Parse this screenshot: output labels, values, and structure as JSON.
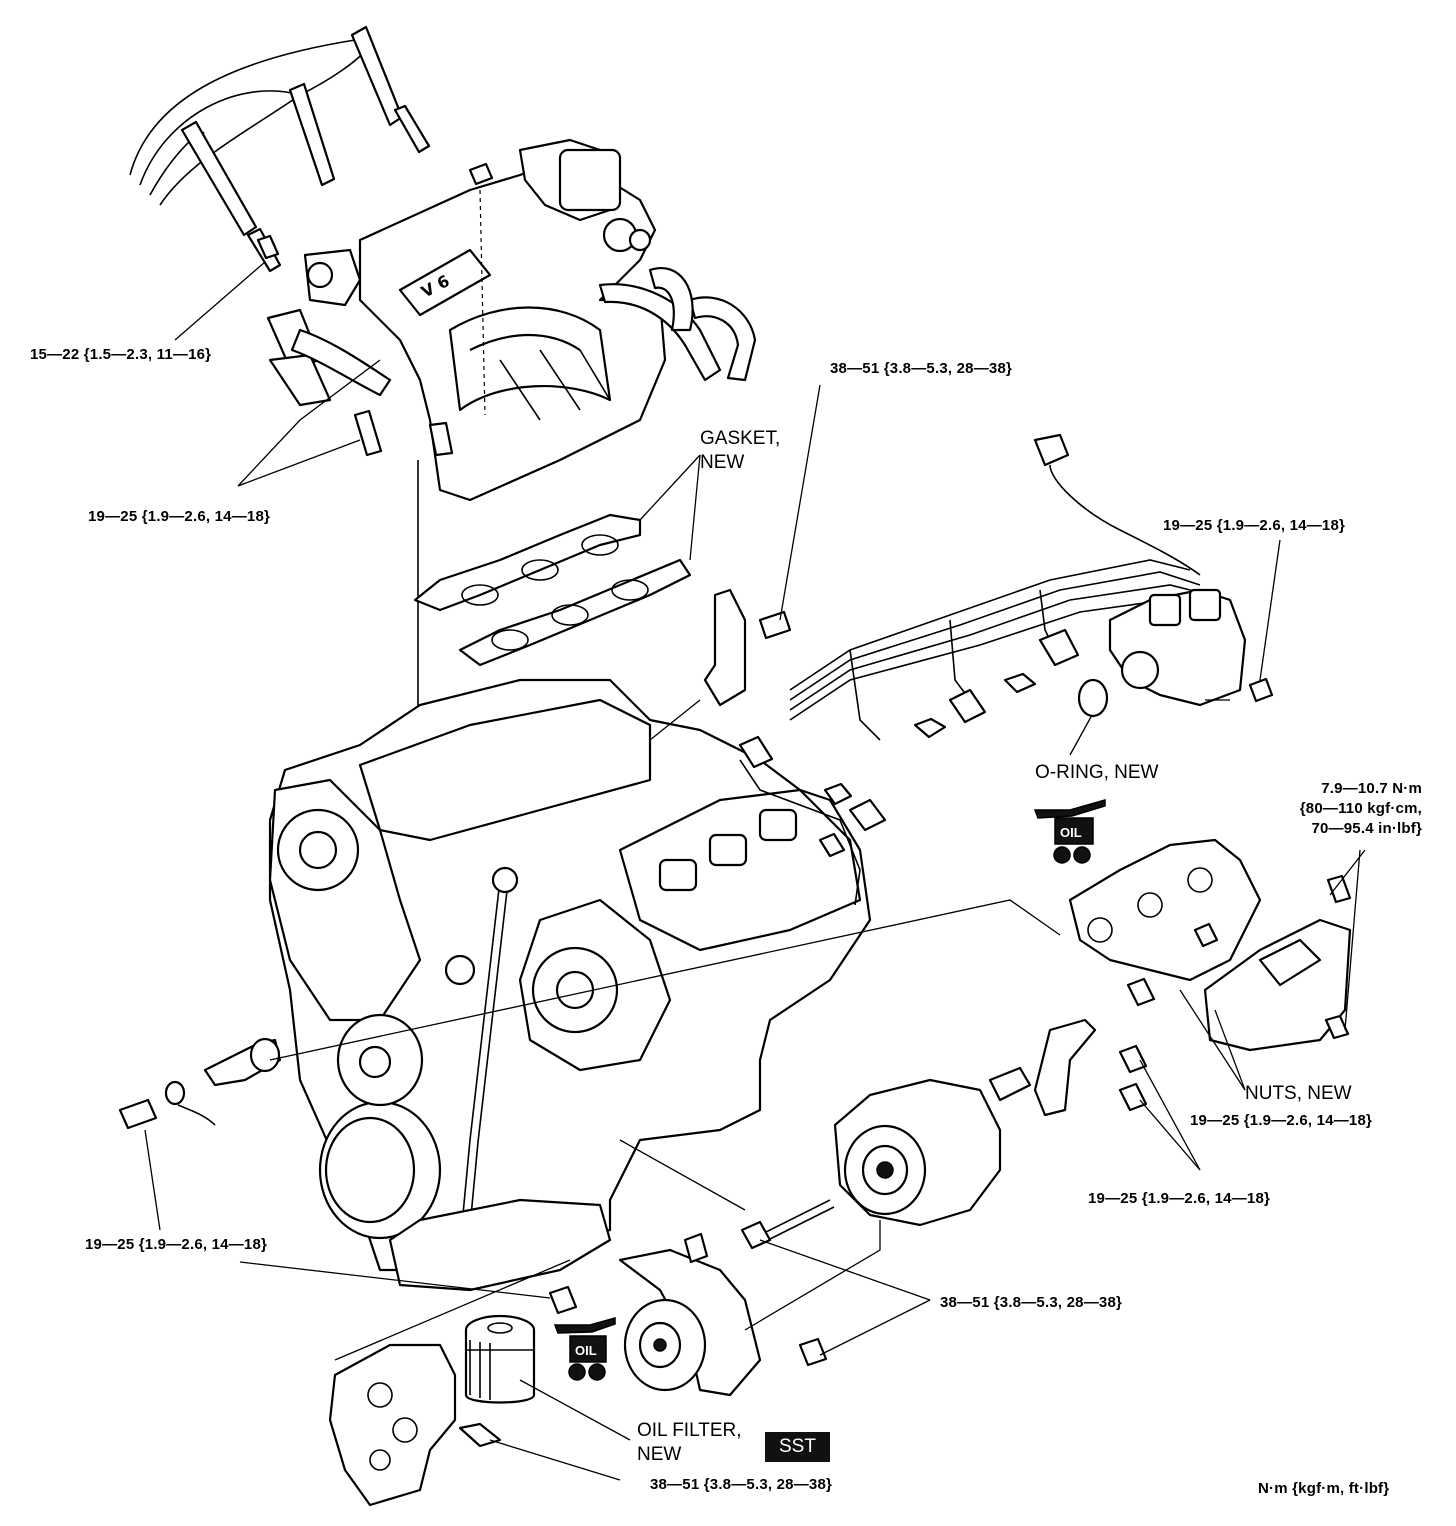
{
  "labels": {
    "torque_intake_left": "15—22 {1.5—2.3, 11—16}",
    "torque_intake_lower": "19—25 {1.9—2.6, 14—18}",
    "torque_bracket_top": "38—51 {3.8—5.3, 28—38}",
    "torque_distributor": "19—25 {1.9—2.6, 14—18}",
    "torque_front_cover_left": "19—25 {1.9—2.6, 14—18}",
    "torque_exhaust_nuts": "19—25 {1.9—2.6, 14—18}",
    "torque_alternator_bracket": "19—25 {1.9—2.6, 14—18}",
    "torque_alternator_bolt": "38—51 {3.8—5.3, 28—38}",
    "torque_oil_cooler": "38—51 {3.8—5.3, 28—38}",
    "torque_heat_shield_line1": "7.9—10.7 N·m",
    "torque_heat_shield_line2": "{80—110 kgf·cm,",
    "torque_heat_shield_line3": "70—95.4 in·lbf}",
    "gasket_line1": "GASKET,",
    "gasket_line2": "NEW",
    "oring": "O-RING, NEW",
    "nuts_new": "NUTS, NEW",
    "oil_filter_line1": "OIL FILTER,",
    "oil_filter_line2": "NEW",
    "sst": "SST",
    "oil_badge": "OIL",
    "units": "N·m {kgf·m, ft·lbf}"
  },
  "icons": {
    "oil_can": "oil-can-icon",
    "sst": "special-service-tool-badge"
  },
  "colors": {
    "line": "#000000",
    "background": "#ffffff",
    "badge": "#111111"
  }
}
